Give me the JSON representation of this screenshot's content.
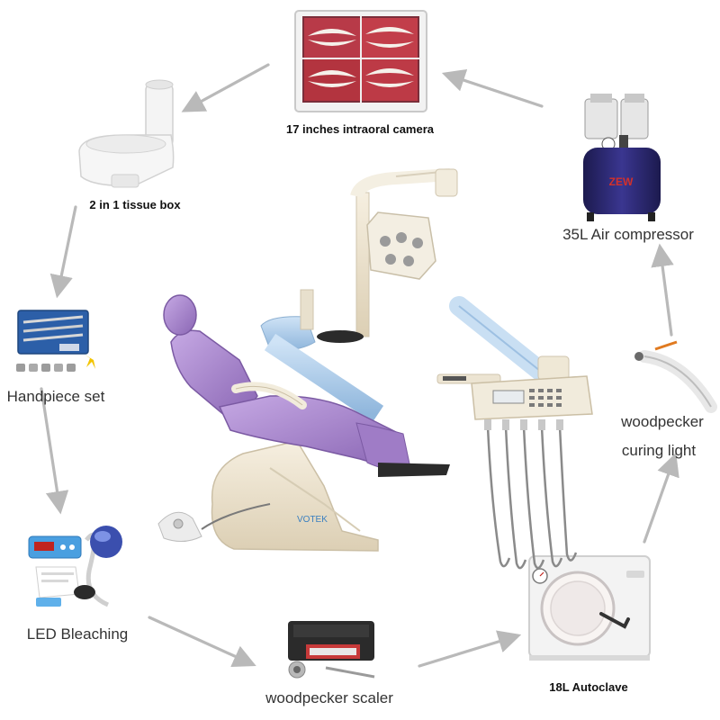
{
  "items": {
    "camera": "17 inches intraoral camera",
    "tissue_box": "2 in 1 tissue box",
    "compressor": "35L Air compressor",
    "handpiece": "Handpiece set",
    "curing_line1": "woodpecker",
    "curing_line2": "curing light",
    "bleaching": "LED Bleaching",
    "scaler": "woodpecker scaler",
    "autoclave": "18L Autoclave"
  },
  "brand_mark": "VOTEK",
  "compressor_badge": "ZEW",
  "colors": {
    "arrow": "#b9b9b9",
    "chair_purple": "#a07fc4",
    "chair_base": "#ede2cc",
    "compressor_tank": "#2d2a6e",
    "compressor_badge": "#d4302a",
    "bleach_blue": "#4a9fe0",
    "gum_red": "#c8283a"
  }
}
